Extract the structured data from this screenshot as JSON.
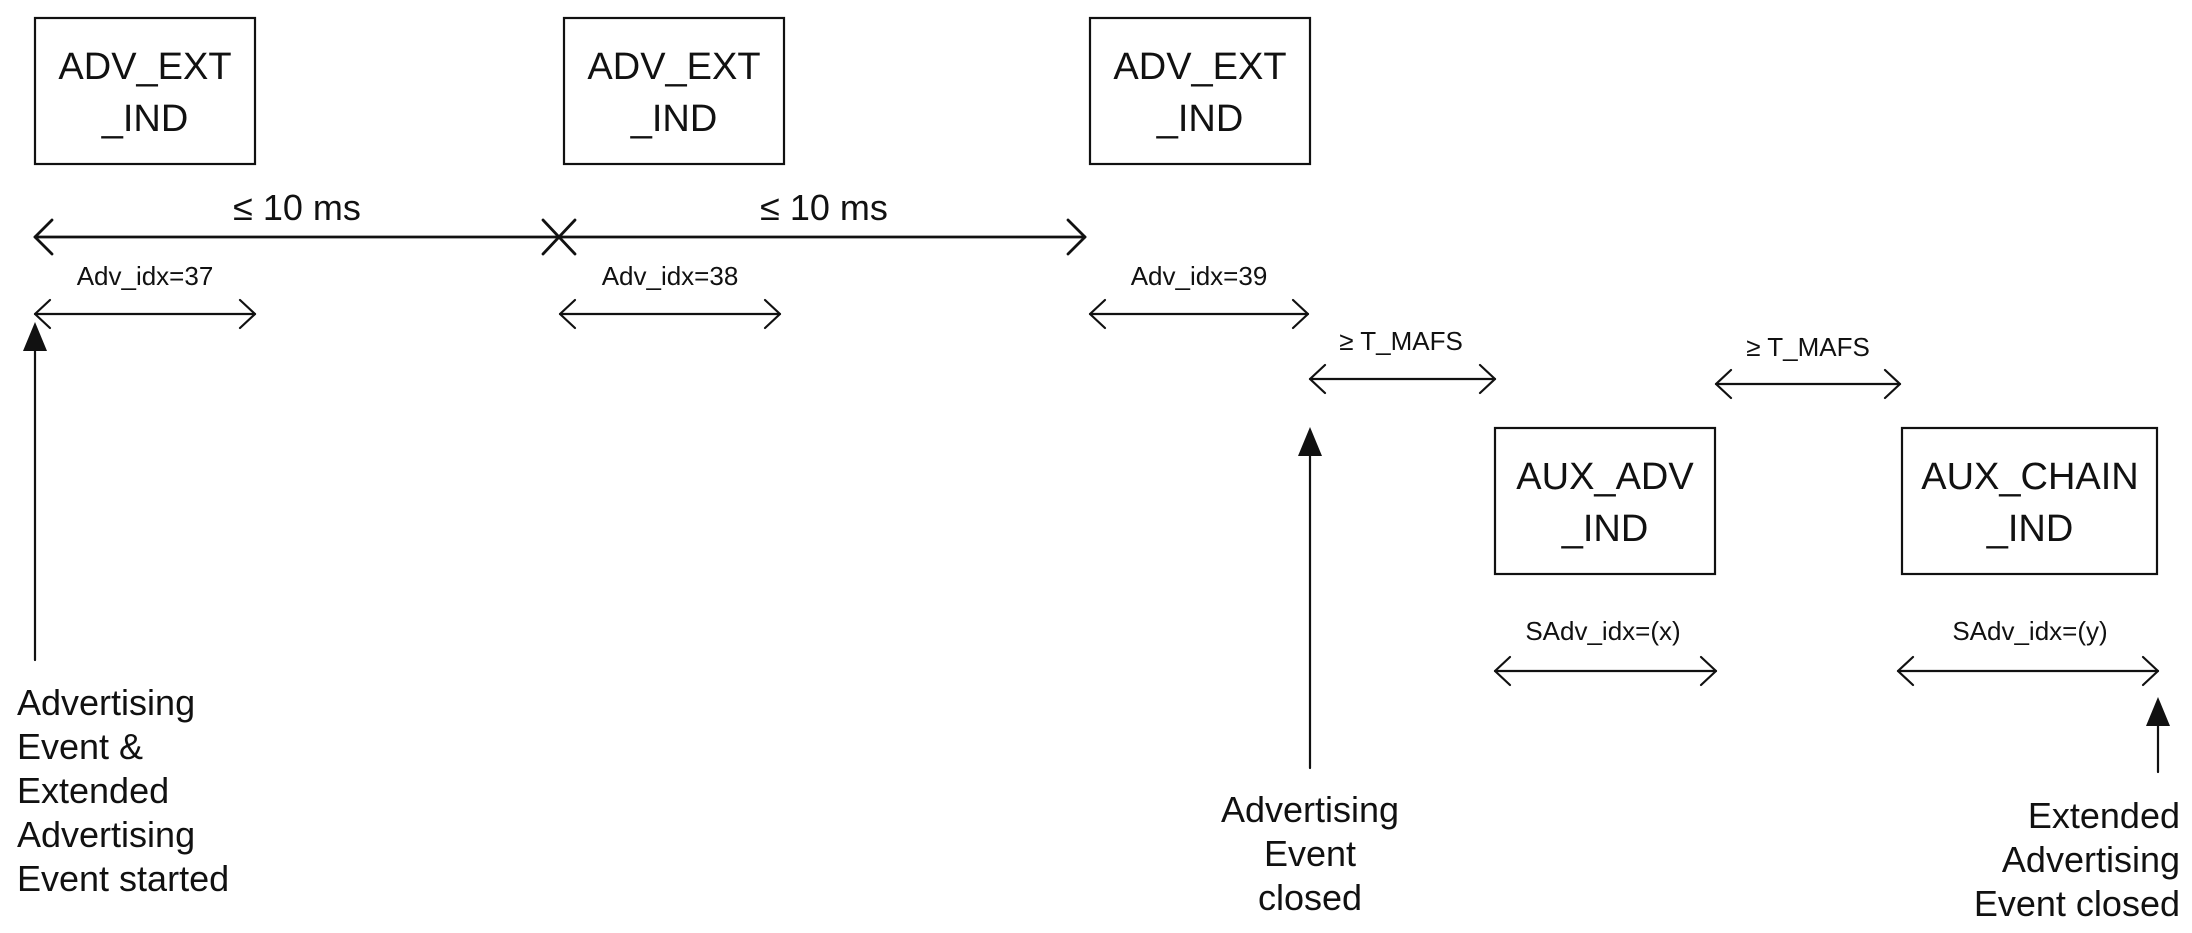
{
  "packets": [
    {
      "id": "p1",
      "line1": "ADV_EXT",
      "line2": "_IND"
    },
    {
      "id": "p2",
      "line1": "ADV_EXT",
      "line2": "_IND"
    },
    {
      "id": "p3",
      "line1": "ADV_EXT",
      "line2": "_IND"
    },
    {
      "id": "p4",
      "line1": "AUX_ADV",
      "line2": "_IND"
    },
    {
      "id": "p5",
      "line1": "AUX_CHAIN",
      "line2": "_IND"
    }
  ],
  "intervals": {
    "between_1_2": "≤ 10 ms",
    "between_2_3": "≤ 10 ms",
    "mafs_1": "≥ T_MAFS",
    "mafs_2": "≥ T_MAFS"
  },
  "indices": {
    "adv_idx_1": "Adv_idx=37",
    "adv_idx_2": "Adv_idx=38",
    "adv_idx_3": "Adv_idx=39",
    "sadv_idx_x": "SAdv_idx=(x)",
    "sadv_idx_y": "SAdv_idx=(y)"
  },
  "events": {
    "started": [
      "Advertising",
      "Event &",
      "Extended",
      "Advertising",
      "Event  started"
    ],
    "adv_closed": [
      "Advertising",
      "Event",
      "closed"
    ],
    "ext_closed": [
      "Extended",
      "Advertising",
      "Event closed"
    ]
  }
}
